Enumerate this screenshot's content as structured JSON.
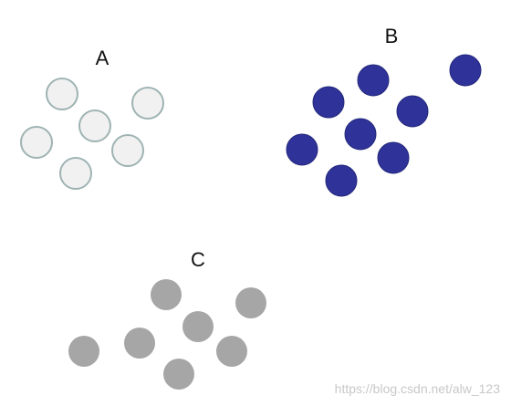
{
  "clusters": [
    {
      "id": "a",
      "label": "A",
      "point_count": 6,
      "fill": "#f1f1f1",
      "stroke": "#9fb3b3"
    },
    {
      "id": "b",
      "label": "B",
      "point_count": 8,
      "fill": "#2f3399",
      "stroke": "#23277a"
    },
    {
      "id": "c",
      "label": "C",
      "point_count": 7,
      "fill": "#a6a6a6",
      "stroke": "#a6a6a6"
    }
  ],
  "watermark": "https://blog.csdn.net/alw_123"
}
